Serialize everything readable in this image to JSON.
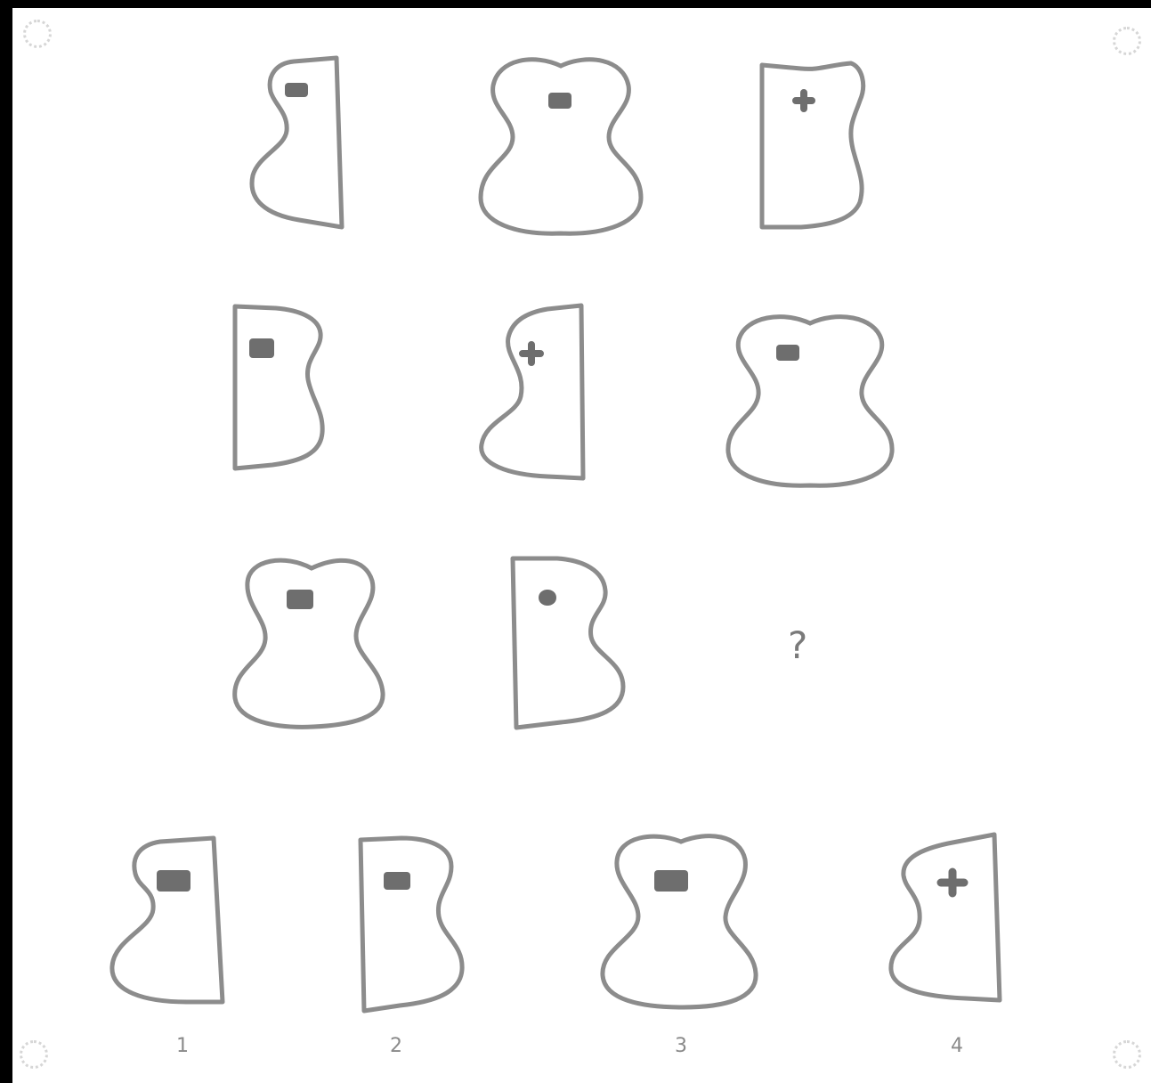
{
  "question_mark": "?",
  "options": [
    {
      "label": "1"
    },
    {
      "label": "2"
    },
    {
      "label": "3"
    },
    {
      "label": "4"
    }
  ],
  "colors": {
    "outline": "#8c8c8c",
    "mark": "#6e6e6e",
    "background": "#ffffff"
  },
  "icon_names": [
    "guitar-full-shape",
    "guitar-left-half-shape",
    "guitar-right-half-shape",
    "square-mark",
    "cross-mark",
    "dot-mark"
  ]
}
